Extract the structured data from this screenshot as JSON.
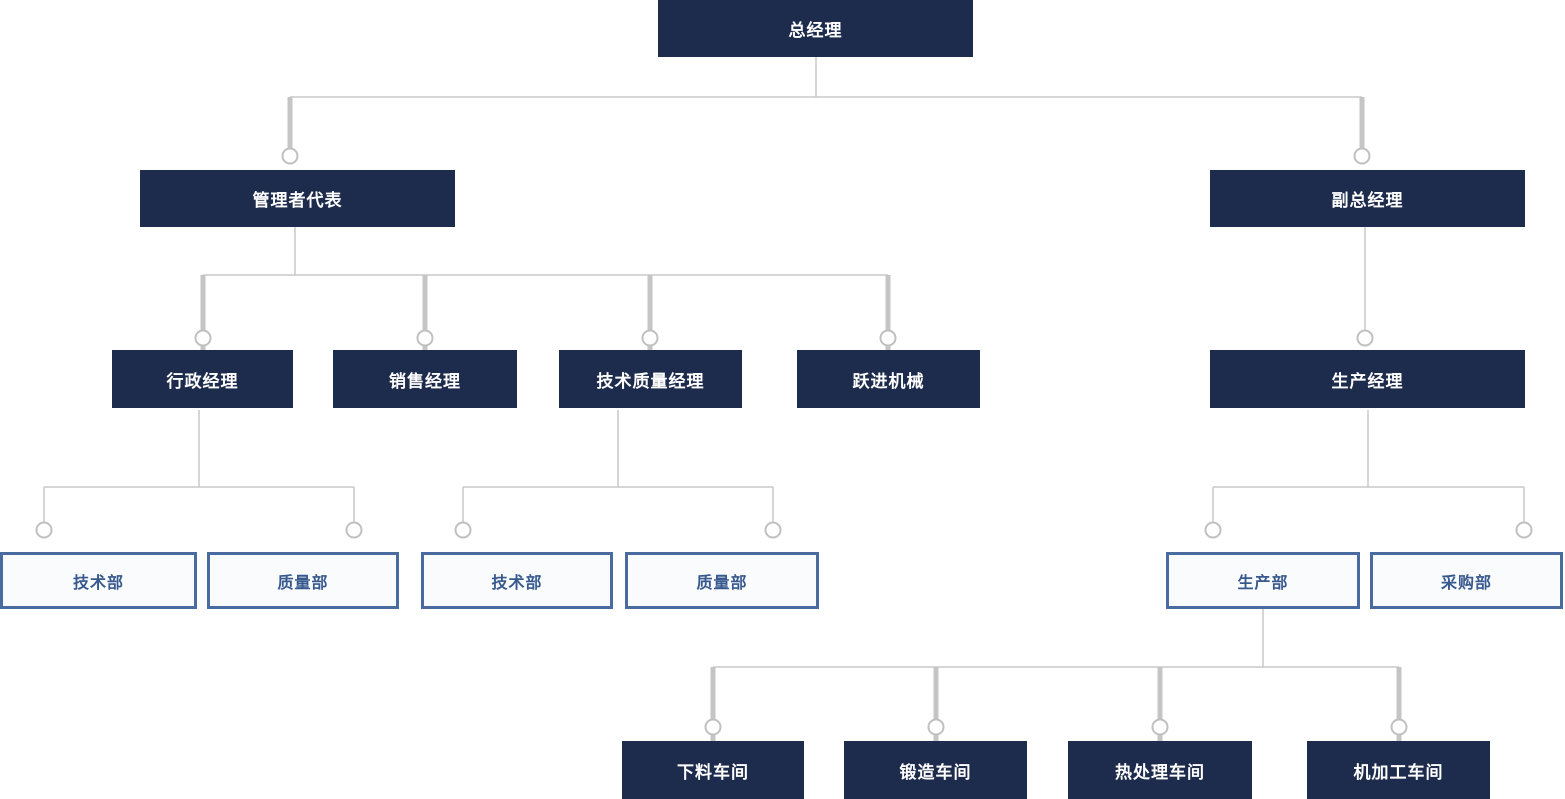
{
  "chart": {
    "type": "org-chart",
    "background": "#ffffff"
  },
  "colors": {
    "node_dark_bg": "#1d2b4c",
    "node_dark_text": "#ffffff",
    "node_light_bg": "#fafbfd",
    "node_light_border": "#4a6b9f",
    "node_light_text": "#37598e",
    "connector_line": "#c9c9c9",
    "connector_thick": "#c5c5c5",
    "connector_circle_stroke": "#c0c0c0",
    "connector_circle_fill": "#ffffff"
  },
  "nodes": [
    {
      "id": "general-manager",
      "label": "总经理",
      "level": 1,
      "parent": null,
      "variant": "dark"
    },
    {
      "id": "management-representative",
      "label": "管理者代表",
      "level": 2,
      "parent": "总经理",
      "variant": "dark"
    },
    {
      "id": "deputy-general-manager",
      "label": "副总经理",
      "level": 2,
      "parent": "总经理",
      "variant": "dark"
    },
    {
      "id": "administrative-manager",
      "label": "行政经理",
      "level": 3,
      "parent": "管理者代表",
      "variant": "dark"
    },
    {
      "id": "sales-manager",
      "label": "销售经理",
      "level": 3,
      "parent": "管理者代表",
      "variant": "dark"
    },
    {
      "id": "technical-quality-manager",
      "label": "技术质量经理",
      "level": 3,
      "parent": "管理者代表",
      "variant": "dark"
    },
    {
      "id": "yuejin-machinery",
      "label": "跃进机械",
      "level": 3,
      "parent": "管理者代表",
      "variant": "dark"
    },
    {
      "id": "production-manager",
      "label": "生产经理",
      "level": 3,
      "parent": "副总经理",
      "variant": "dark"
    },
    {
      "id": "technical-dept-admin",
      "label": "技术部",
      "level": 4,
      "parent": "行政经理",
      "variant": "light"
    },
    {
      "id": "quality-dept-admin",
      "label": "质量部",
      "level": 4,
      "parent": "行政经理",
      "variant": "light"
    },
    {
      "id": "technical-dept-tq",
      "label": "技术部",
      "level": 4,
      "parent": "技术质量经理",
      "variant": "light"
    },
    {
      "id": "quality-dept-tq",
      "label": "质量部",
      "level": 4,
      "parent": "技术质量经理",
      "variant": "light"
    },
    {
      "id": "production-dept",
      "label": "生产部",
      "level": 4,
      "parent": "生产经理",
      "variant": "light"
    },
    {
      "id": "purchasing-dept",
      "label": "采购部",
      "level": 4,
      "parent": "生产经理",
      "variant": "light"
    },
    {
      "id": "cutting-workshop",
      "label": "下料车间",
      "level": 5,
      "parent": "生产部",
      "variant": "dark"
    },
    {
      "id": "forging-workshop",
      "label": "锻造车间",
      "level": 5,
      "parent": "生产部",
      "variant": "dark"
    },
    {
      "id": "heat-treatment-workshop",
      "label": "热处理车间",
      "level": 5,
      "parent": "生产部",
      "variant": "dark"
    },
    {
      "id": "machining-workshop",
      "label": "机加工车间",
      "level": 5,
      "parent": "生产部",
      "variant": "dark"
    }
  ]
}
